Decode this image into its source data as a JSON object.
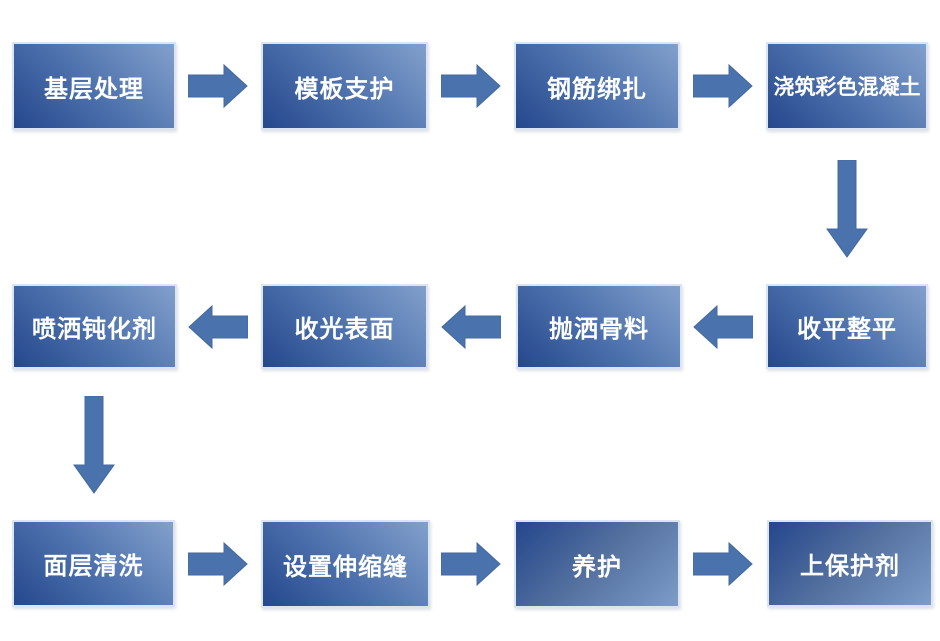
{
  "flow": {
    "steps": [
      {
        "order": 1,
        "label": "基层处理"
      },
      {
        "order": 2,
        "label": "模板支护"
      },
      {
        "order": 3,
        "label": "钢筋绑扎"
      },
      {
        "order": 4,
        "label": "浇筑彩色混凝土"
      },
      {
        "order": 5,
        "label": "收平整平"
      },
      {
        "order": 6,
        "label": "抛洒骨料"
      },
      {
        "order": 7,
        "label": "收光表面"
      },
      {
        "order": 8,
        "label": "喷洒钝化剂"
      },
      {
        "order": 9,
        "label": "面层清洗"
      },
      {
        "order": 10,
        "label": "设置伸缩缝"
      },
      {
        "order": 11,
        "label": "养护"
      },
      {
        "order": 12,
        "label": "上保护剂"
      }
    ],
    "connections": [
      {
        "from": "基层处理",
        "to": "模板支护",
        "direction": "right"
      },
      {
        "from": "模板支护",
        "to": "钢筋绑扎",
        "direction": "right"
      },
      {
        "from": "钢筋绑扎",
        "to": "浇筑彩色混凝土",
        "direction": "right"
      },
      {
        "from": "浇筑彩色混凝土",
        "to": "收平整平",
        "direction": "down"
      },
      {
        "from": "收平整平",
        "to": "抛洒骨料",
        "direction": "left"
      },
      {
        "from": "抛洒骨料",
        "to": "收光表面",
        "direction": "left"
      },
      {
        "from": "收光表面",
        "to": "喷洒钝化剂",
        "direction": "left"
      },
      {
        "from": "喷洒钝化剂",
        "to": "面层清洗",
        "direction": "down"
      },
      {
        "from": "面层清洗",
        "to": "设置伸缩缝",
        "direction": "right"
      },
      {
        "from": "设置伸缩缝",
        "to": "养护",
        "direction": "right"
      },
      {
        "from": "养护",
        "to": "上保护剂",
        "direction": "right"
      }
    ],
    "colors": {
      "box_gradient_light": "#82a0cc",
      "box_gradient_mid": "#4f73ae",
      "box_gradient_dark": "#25478d",
      "box_border": "#dbe4f0",
      "arrow_fill": "#4a72ad",
      "text": "#ffffff",
      "background": "#ffffff"
    }
  }
}
